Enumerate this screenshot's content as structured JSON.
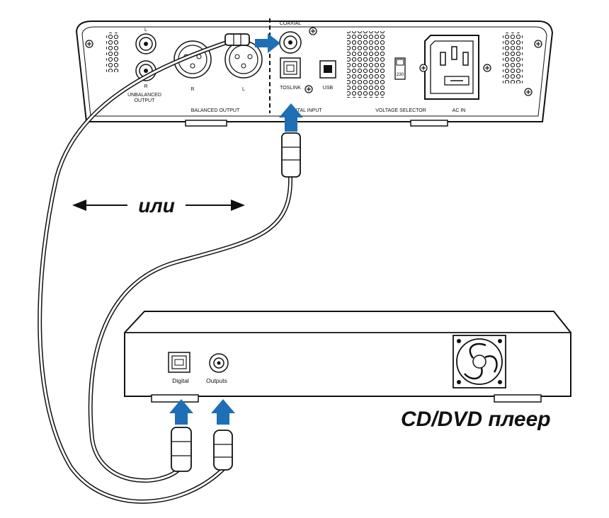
{
  "amp": {
    "labels": {
      "out_l": "L",
      "out_r": "R",
      "unbalanced": "UNBALANCED",
      "output": "OUTPUT",
      "bal_r": "R",
      "bal_l": "L",
      "balanced_output": "BALANCED OUTPUT",
      "coaxial": "COAXIAL",
      "toslink": "TOSLINK",
      "usb": "USB",
      "digital_input": "DIGITAL INPUT",
      "voltage_value": "230",
      "voltage_selector": "VOLTAGE SELECTOR",
      "ac_in": "AC IN"
    }
  },
  "player": {
    "labels": {
      "digital": "Digital",
      "outputs": "Outputs"
    },
    "title": "CD/DVD плеер"
  },
  "or_label": "или",
  "colors": {
    "arrow": "#1f6fb5",
    "line": "#111111",
    "panel": "#ffffff"
  }
}
